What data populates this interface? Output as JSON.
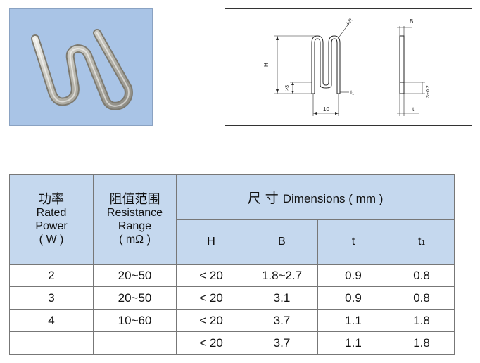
{
  "diagram": {
    "label_r": "3-R",
    "label_b": "B",
    "label_h": "H",
    "label_gt3": ">3",
    "label_t1": "t",
    "label_t1_sub": "1",
    "label_10": "10",
    "label_t": "t",
    "label_3pm": "3+0.2"
  },
  "table": {
    "col1": {
      "cn": "功率",
      "en1": "Rated",
      "en2": "Power",
      "unit": "( W )"
    },
    "col2": {
      "cn": "阻值范围",
      "en1": "Resistance",
      "en2": "Range",
      "unit": "( mΩ )"
    },
    "dims": {
      "cn": "尺 寸",
      "en": "Dimensions ( mm )"
    },
    "subheaders": {
      "h": "H",
      "b": "B",
      "t": "t",
      "t1": "t",
      "t1_sub": "1"
    },
    "rows": [
      {
        "power": "2",
        "range": "20~50",
        "h": "< 20",
        "b": "1.8~2.7",
        "t": "0.9",
        "t1": "0.8"
      },
      {
        "power": "3",
        "range": "20~50",
        "h": "< 20",
        "b": "3.1",
        "t": "0.9",
        "t1": "0.8"
      },
      {
        "power": "4",
        "range": "10~60",
        "h": "< 20",
        "b": "3.7",
        "t": "1.1",
        "t1": "1.8"
      },
      {
        "power": "",
        "range": "",
        "h": "< 20",
        "b": "3.7",
        "t": "1.1",
        "t1": "1.8"
      }
    ]
  }
}
